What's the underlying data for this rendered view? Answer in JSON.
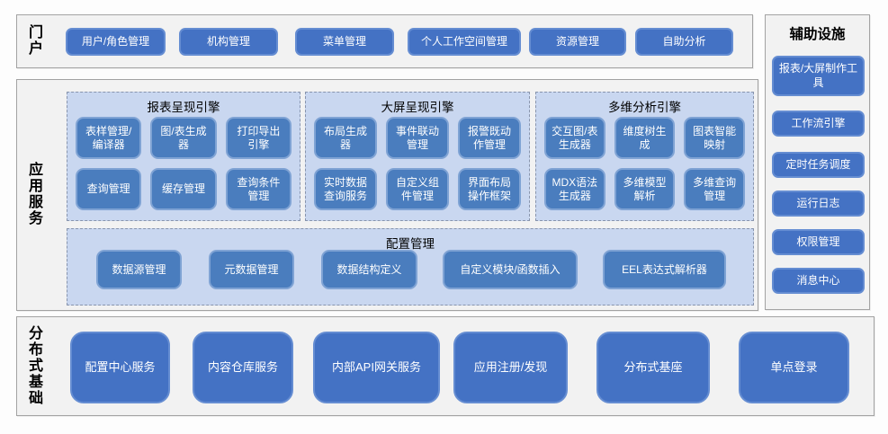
{
  "portal": {
    "label": "门户",
    "buttons": [
      "用户/角色管理",
      "机构管理",
      "菜单管理",
      "个人工作空间管理",
      "资源管理",
      "自助分析"
    ]
  },
  "app_services": {
    "label": "应用服务",
    "groups": [
      {
        "title": "报表呈现引擎",
        "items": [
          "表样管理/编译器",
          "图/表生成器",
          "打印导出引擎",
          "查询管理",
          "缓存管理",
          "查询条件管理"
        ]
      },
      {
        "title": "大屏呈现引擎",
        "items": [
          "布局生成器",
          "事件联动管理",
          "报警既动作管理",
          "实时数据查询服务",
          "自定义组件管理",
          "界面布局操作框架"
        ]
      },
      {
        "title": "多维分析引擎",
        "items": [
          "交互图/表生成器",
          "维度树生成",
          "图表智能映射",
          "MDX语法生成器",
          "多维模型解析",
          "多维查询管理"
        ]
      }
    ],
    "config_group": {
      "title": "配置管理",
      "items": [
        "数据源管理",
        "元数据管理",
        "数据结构定义",
        "自定义模块/函数插入",
        "EEL表达式解析器"
      ]
    }
  },
  "auxiliary": {
    "title": "辅助设施",
    "buttons": [
      "报表/大屏制作工具",
      "工作流引擎",
      "定时任务调度",
      "运行日志",
      "权限管理",
      "消息中心"
    ]
  },
  "distributed": {
    "label": "分布式基础",
    "buttons": [
      "配置中心服务",
      "内容仓库服务",
      "内部API网关服务",
      "应用注册/发现",
      "分布式基座",
      "单点登录"
    ]
  },
  "colors": {
    "node_fill": "#4472c4",
    "group_node_fill": "#4a7dbe",
    "group_fill": "#c9d7f0",
    "panel_fill": "#f2f2f2",
    "node_text": "#ffffff"
  }
}
